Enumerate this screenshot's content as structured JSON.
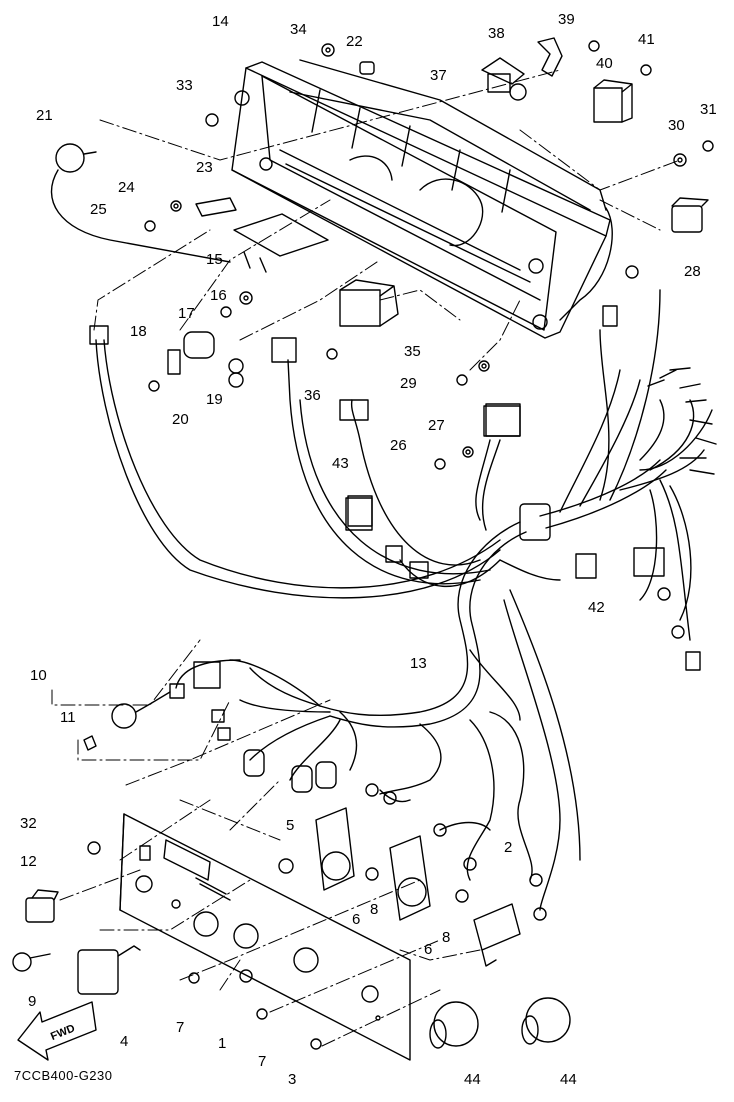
{
  "diagram": {
    "code": "7CCB400-G230",
    "direction_label": "FWD",
    "callouts": [
      "14",
      "34",
      "22",
      "38",
      "39",
      "41",
      "33",
      "37",
      "40",
      "21",
      "30",
      "31",
      "23",
      "24",
      "25",
      "15",
      "28",
      "16",
      "17",
      "18",
      "35",
      "19",
      "36",
      "29",
      "20",
      "27",
      "26",
      "43",
      "42",
      "10",
      "13",
      "11",
      "32",
      "5",
      "2",
      "12",
      "6",
      "8",
      "6",
      "8",
      "9",
      "4",
      "7",
      "1",
      "7",
      "3",
      "44",
      "44"
    ]
  }
}
